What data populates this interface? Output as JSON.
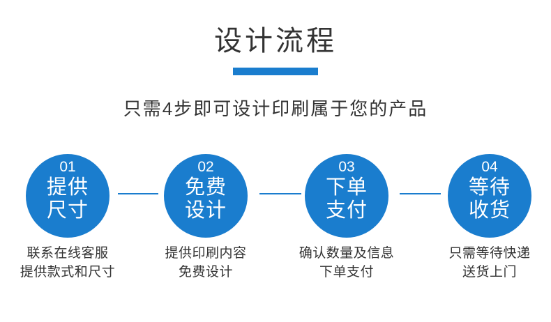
{
  "colors": {
    "accent_blue": "#1a7dce",
    "heading_text": "#333333",
    "circle_text": "#ffffff",
    "background": "#ffffff"
  },
  "header": {
    "title": "设计流程",
    "subtitle": "只需4步即可设计印刷属于您的产品"
  },
  "steps": [
    {
      "number": "01",
      "title_line1": "提供",
      "title_line2": "尺寸",
      "desc_line1": "联系在线客服",
      "desc_line2": "提供款式和尺寸"
    },
    {
      "number": "02",
      "title_line1": "免费",
      "title_line2": "设计",
      "desc_line1": "提供印刷内容",
      "desc_line2": "免费设计"
    },
    {
      "number": "03",
      "title_line1": "下单",
      "title_line2": "支付",
      "desc_line1": "确认数量及信息",
      "desc_line2": "下单支付"
    },
    {
      "number": "04",
      "title_line1": "等待",
      "title_line2": "收货",
      "desc_line1": "只需等待快递",
      "desc_line2": "送货上门"
    }
  ]
}
